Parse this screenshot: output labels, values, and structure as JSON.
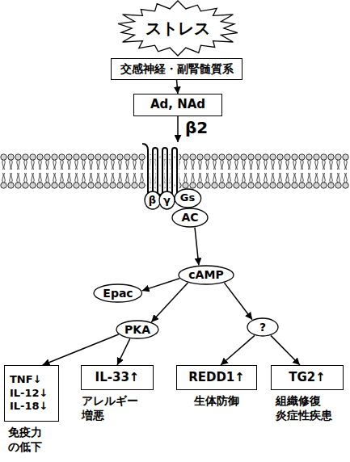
{
  "diagram": {
    "nodes": [
      {
        "text": [
          "ストレス"
        ]
      },
      {
        "text": [
          "交感神経・副腎髄質系"
        ]
      },
      {
        "text": [
          "Ad, NAd"
        ]
      },
      {
        "text": [
          "β"
        ]
      },
      {
        "text": [
          "γ"
        ]
      },
      {
        "text": [
          "Gs"
        ]
      },
      {
        "text": [
          "AC"
        ]
      },
      {
        "text": [
          "cAMP"
        ]
      },
      {
        "text": [
          "Epac"
        ]
      },
      {
        "text": [
          "PKA"
        ]
      },
      {
        "text": [
          "?"
        ]
      },
      {
        "text": [
          "TNF↓ IL-12↓ IL-18↓",
          "免疫力 の低下"
        ]
      },
      {
        "text": [
          "IL-33↑",
          "アレルギー 増悪"
        ]
      },
      {
        "text": [
          "REDD1↑",
          "生体防御"
        ]
      },
      {
        "text": [
          "TG2↑",
          "組織修復 炎症性疾患"
        ]
      }
    ],
    "edges": [
      {
        "from": 1,
        "to": 2,
        "arrow": "to"
      },
      {
        "from": 6,
        "to": 7,
        "arrow": "to"
      },
      {
        "from": 7,
        "to": 8,
        "arrow": "to"
      },
      {
        "from": 7,
        "to": 9,
        "arrow": "to"
      },
      {
        "from": 7,
        "to": 10,
        "arrow": "to"
      },
      {
        "from": 9,
        "to": 11,
        "arrow": "to"
      },
      {
        "from": 9,
        "to": 12,
        "arrow": "to"
      },
      {
        "from": 10,
        "to": 13,
        "arrow": "to"
      },
      {
        "from": 10,
        "to": 14,
        "arrow": "to"
      }
    ],
    "labels": [
      "β2"
    ]
  }
}
